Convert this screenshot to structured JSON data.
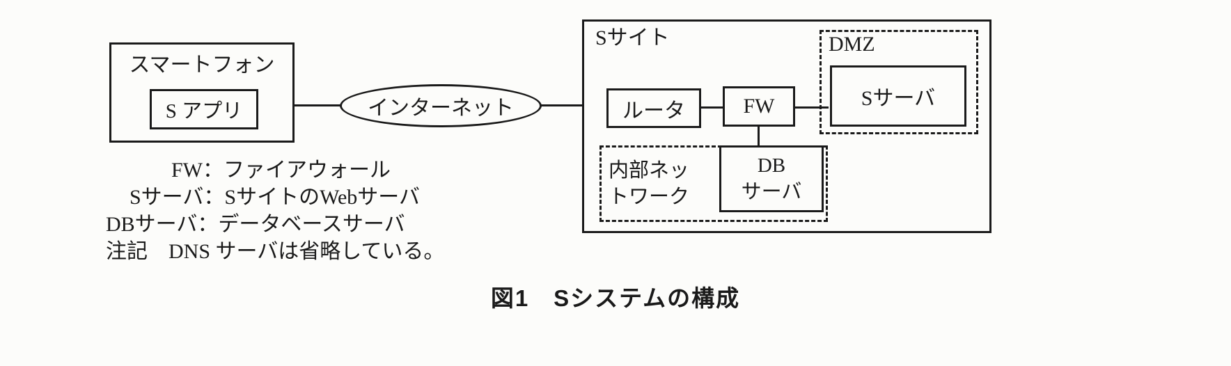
{
  "diagram": {
    "smartphone": {
      "label": "スマートフォン",
      "app_label": "S アプリ"
    },
    "internet": {
      "label": "インターネット"
    },
    "s_site": {
      "label": "Sサイト"
    },
    "router": {
      "label": "ルータ"
    },
    "firewall": {
      "label": "FW"
    },
    "dmz": {
      "label": "DMZ",
      "s_server_label": "Sサーバ"
    },
    "internal_network": {
      "label_line1": "内部ネッ",
      "label_line2": "トワーク",
      "db_server_line1": "DB",
      "db_server_line2": "サーバ"
    }
  },
  "legend": {
    "fw": "FW：ファイアウォール",
    "s_server": "Sサーバ：SサイトのWebサーバ",
    "db_server": "DBサーバ：データベースサーバ",
    "note": "注記　DNS サーバは省略している。"
  },
  "caption": "図1　Sシステムの構成",
  "colors": {
    "ink": "#1a1a1a",
    "paper": "#fcfcfa"
  }
}
